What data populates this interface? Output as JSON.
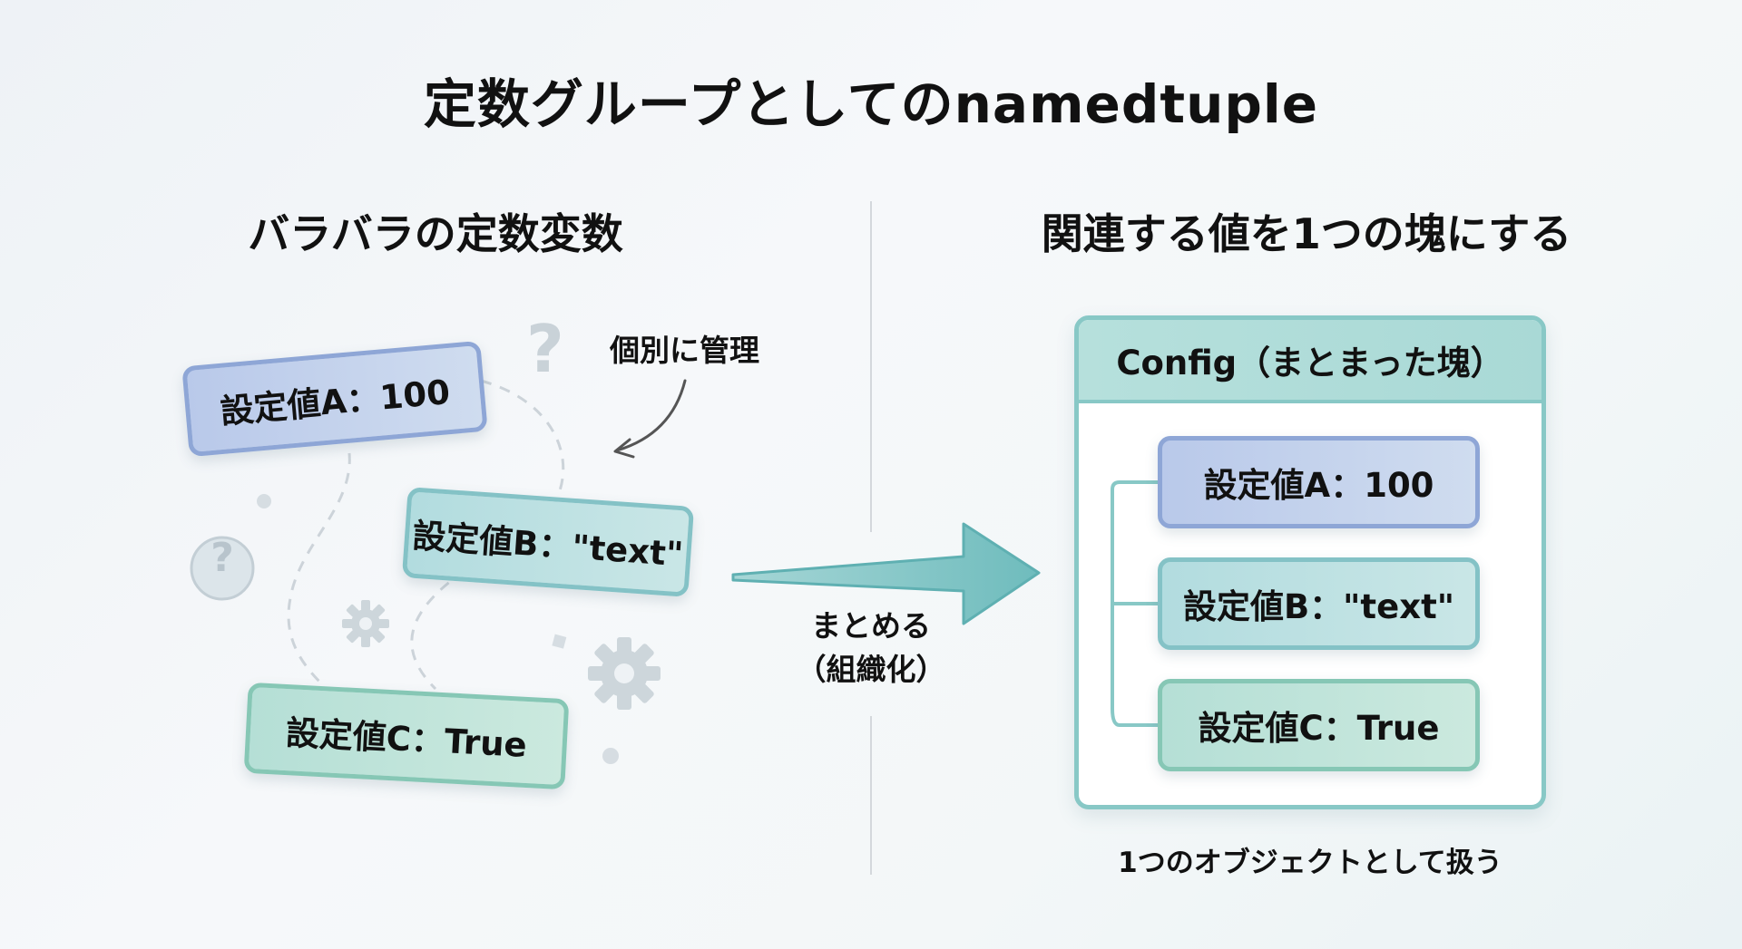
{
  "title": "定数グループとしてのnamedtuple",
  "left": {
    "heading": "バラバラの定数変数",
    "annotation": "個別に管理",
    "question_mark": "?",
    "items": [
      {
        "label": "設定値A：100"
      },
      {
        "label": "設定値B：\"text\""
      },
      {
        "label": "設定値C：True"
      }
    ]
  },
  "arrow": {
    "line1": "まとめる",
    "line2": "（組織化）"
  },
  "right": {
    "heading": "関連する値を1つの塊にする",
    "box_title": "Config（まとまった塊）",
    "items": [
      {
        "label": "設定値A：100"
      },
      {
        "label": "設定値B：\"text\""
      },
      {
        "label": "設定値C：True"
      }
    ],
    "caption": "1つのオブジェクトとして扱う"
  },
  "colors": {
    "blue": "#8ea6d6",
    "teal": "#84c2c6",
    "green": "#86c7b5",
    "arrow": "#7cc3c4"
  }
}
